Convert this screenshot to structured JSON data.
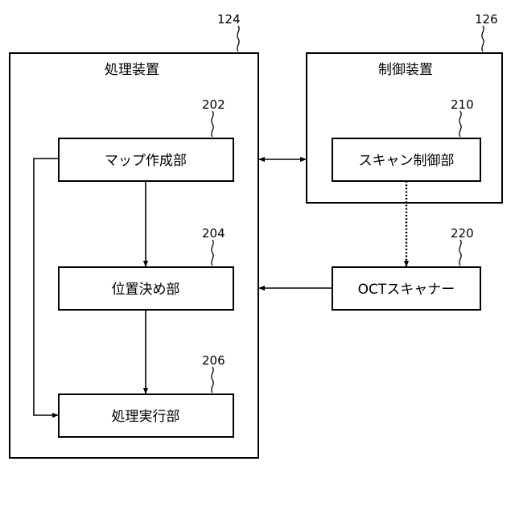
{
  "processing_device": {
    "label": "処理装置",
    "ref": "124"
  },
  "control_device": {
    "label": "制御装置",
    "ref": "126"
  },
  "map_creation_unit": {
    "label": "マップ作成部",
    "ref": "202"
  },
  "positioning_unit": {
    "label": "位置決め部",
    "ref": "204"
  },
  "processing_execution_unit": {
    "label": "処理実行部",
    "ref": "206"
  },
  "scan_control_unit": {
    "label": "スキャン制御部",
    "ref": "210"
  },
  "oct_scanner": {
    "label": "OCTスキャナー",
    "ref": "220"
  }
}
